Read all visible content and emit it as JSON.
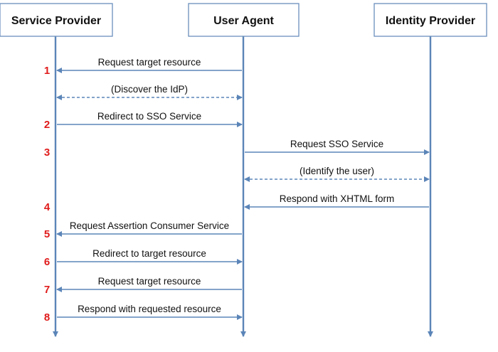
{
  "participants": [
    {
      "id": "sp",
      "label": "Service Provider"
    },
    {
      "id": "ua",
      "label": "User Agent"
    },
    {
      "id": "idp",
      "label": "Identity Provider"
    }
  ],
  "messages": [
    {
      "step": "1",
      "from": "ua",
      "to": "sp",
      "label": "Request target resource",
      "dashed": false,
      "bidirectional": false
    },
    {
      "step": "",
      "from": "sp",
      "to": "ua",
      "label": "(Discover the IdP)",
      "dashed": true,
      "bidirectional": true
    },
    {
      "step": "2",
      "from": "sp",
      "to": "ua",
      "label": "Redirect to SSO Service",
      "dashed": false,
      "bidirectional": false
    },
    {
      "step": "3",
      "from": "ua",
      "to": "idp",
      "label": "Request SSO Service",
      "dashed": false,
      "bidirectional": false
    },
    {
      "step": "",
      "from": "ua",
      "to": "idp",
      "label": "(Identify the user)",
      "dashed": true,
      "bidirectional": true
    },
    {
      "step": "4",
      "from": "idp",
      "to": "ua",
      "label": "Respond with XHTML form",
      "dashed": false,
      "bidirectional": false
    },
    {
      "step": "5",
      "from": "ua",
      "to": "sp",
      "label": "Request Assertion Consumer Service",
      "dashed": false,
      "bidirectional": false
    },
    {
      "step": "6",
      "from": "sp",
      "to": "ua",
      "label": "Redirect to target resource",
      "dashed": false,
      "bidirectional": false
    },
    {
      "step": "7",
      "from": "ua",
      "to": "sp",
      "label": "Request target resource",
      "dashed": false,
      "bidirectional": false
    },
    {
      "step": "8",
      "from": "sp",
      "to": "ua",
      "label": "Respond with requested resource",
      "dashed": false,
      "bidirectional": false
    }
  ],
  "colors": {
    "lifeline": "#5b85b8",
    "box_border": "#6b8fbd",
    "step_number": "#e01b1b",
    "text": "#111111"
  }
}
